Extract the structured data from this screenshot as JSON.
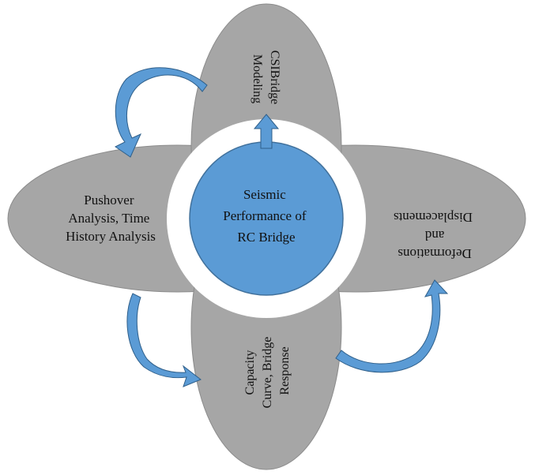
{
  "diagram": {
    "center": {
      "lines": [
        "Seismic",
        "Performance of",
        "RC Bridge"
      ]
    },
    "petals": {
      "top": {
        "lines": [
          "CSIBridge",
          "Modeling"
        ]
      },
      "right": {
        "lines": [
          "Deformations",
          "and",
          "Displacements"
        ]
      },
      "bottom": {
        "lines": [
          "Capacity",
          "Curve, Bridge",
          "Response"
        ]
      },
      "left": {
        "lines": [
          "Pushover",
          "Analysis, Time",
          "History Analysis"
        ]
      }
    }
  },
  "colors": {
    "petal_fill": "#a6a6a6",
    "petal_stroke": "#8c8c8c",
    "ring_fill": "#ffffff",
    "center_fill": "#5b9bd5",
    "center_stroke": "#41719c",
    "arrow_fill": "#5b9bd5",
    "arrow_stroke": "#2f5f8a"
  }
}
